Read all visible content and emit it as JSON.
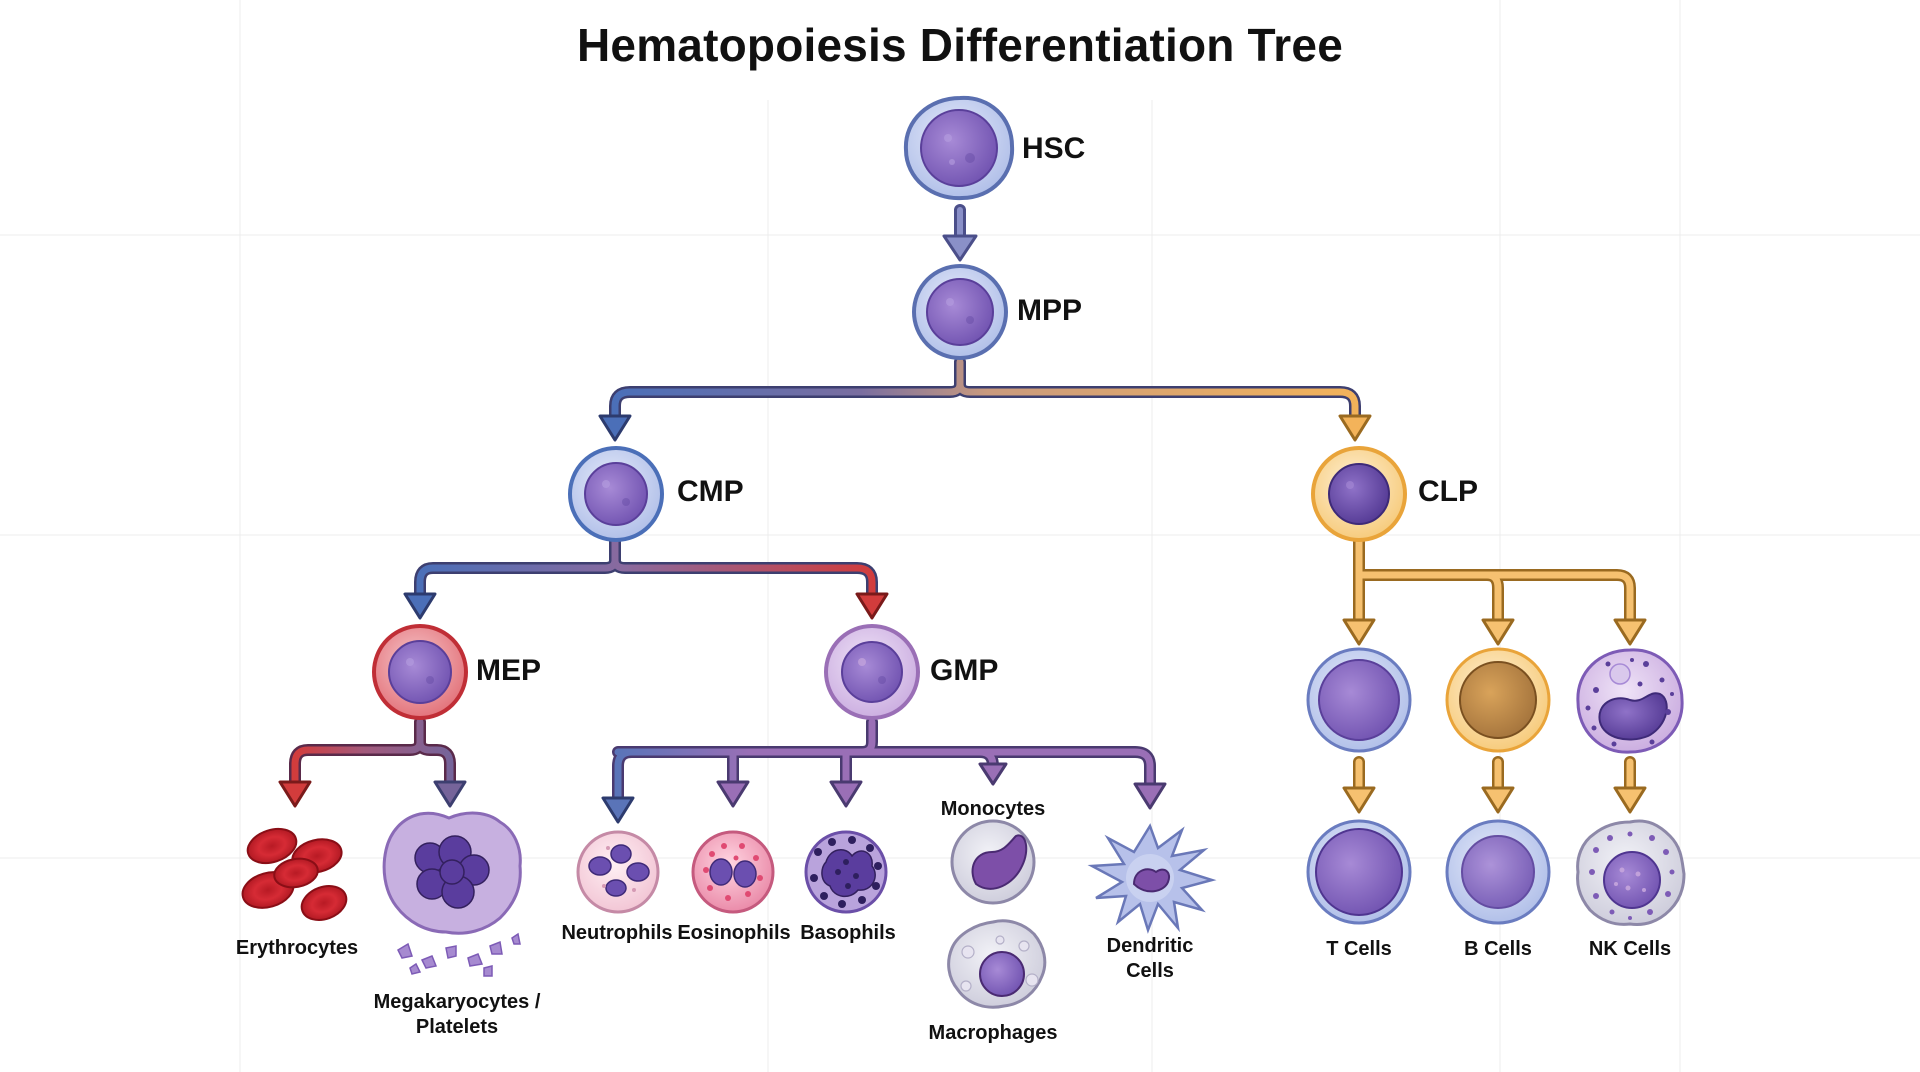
{
  "title": "Hematopoiesis Differentiation Tree",
  "colors": {
    "stem_blue": "#4b6fb8",
    "myeloid_red": "#d23c3c",
    "lymphoid_orange": "#f3b35a",
    "granulocyte_purple": "#9a6fb6",
    "nucleus_purple": "#7d5bb6",
    "dark_purple": "#3e2a78"
  },
  "progenitors": {
    "hsc": "HSC",
    "mpp": "MPP",
    "cmp": "CMP",
    "clp": "CLP",
    "mep": "MEP",
    "gmp": "GMP"
  },
  "mature_cells": {
    "erythrocytes": "Erythrocytes",
    "megakaryocytes_line1": "Megakaryocytes /",
    "megakaryocytes_line2": "Platelets",
    "neutrophils": "Neutrophils",
    "eosinophils": "Eosinophils",
    "basophils": "Basophils",
    "monocytes": "Monocytes",
    "macrophages": "Macrophages",
    "dendritic_line1": "Dendritic",
    "dendritic_line2": "Cells",
    "t_cells": "T Cells",
    "b_cells": "B Cells",
    "nk_cells": "NK Cells"
  }
}
